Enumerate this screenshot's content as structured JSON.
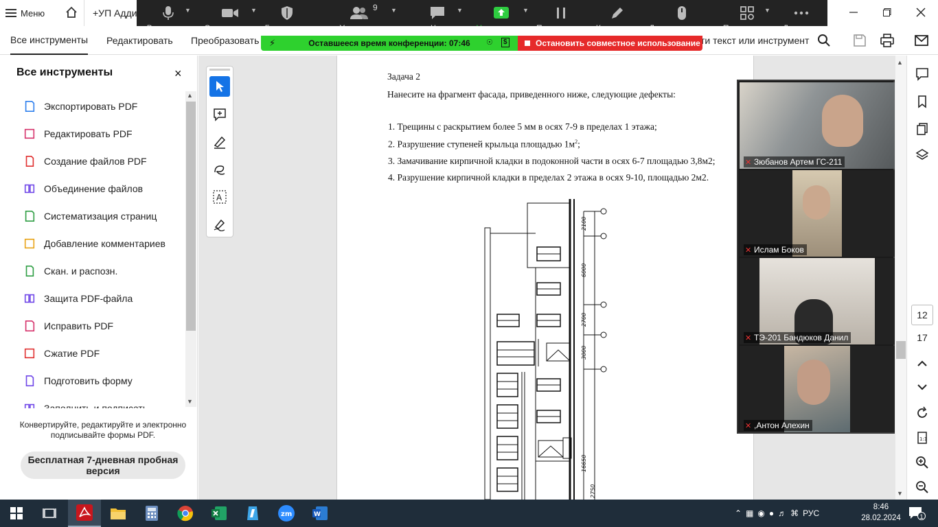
{
  "app": {
    "menu_label": "Меню",
    "doc_tab": "+УП Аддит"
  },
  "zoom": {
    "items": [
      {
        "label": "Выключить",
        "icon": "mic-icon"
      },
      {
        "label": "Остановить в",
        "icon": "video-icon"
      },
      {
        "label": "Безопаснос",
        "icon": "shield-icon"
      },
      {
        "label": "Участники",
        "icon": "participants-icon",
        "count": "9"
      },
      {
        "label": "Чат",
        "icon": "chat-icon"
      },
      {
        "label": "Новая демон",
        "icon": "share-screen-icon"
      },
      {
        "label": "Пауза демон",
        "icon": "pause-icon"
      },
      {
        "label": "Комментир",
        "icon": "annotate-icon"
      },
      {
        "label": "Дистанционное у",
        "icon": "remote-control-icon"
      },
      {
        "label": "Приложения",
        "icon": "apps-icon"
      },
      {
        "label": "Дополнит",
        "icon": "more-icon"
      }
    ],
    "timer": "Оставшееся время конференции: 07:46",
    "stop_share": "Остановить совместное использование"
  },
  "toolbar": {
    "tab_all": "Все инструменты",
    "tab_edit": "Редактировать",
    "tab_convert": "Преобразовать",
    "search_hint": "ти текст или инструмент"
  },
  "left_panel": {
    "title": "Все инструменты",
    "close": "×",
    "items": [
      {
        "label": "Экспортировать PDF",
        "color": "#2f80ed"
      },
      {
        "label": "Редактировать PDF",
        "color": "#d6336c"
      },
      {
        "label": "Создание файлов PDF",
        "color": "#e03131"
      },
      {
        "label": "Объединение файлов",
        "color": "#7048e8"
      },
      {
        "label": "Систематизация страниц",
        "color": "#2f9e44"
      },
      {
        "label": "Добавление комментариев",
        "color": "#e8a317"
      },
      {
        "label": "Скан. и распозн.",
        "color": "#2f9e44"
      },
      {
        "label": "Защита PDF-файла",
        "color": "#7048e8"
      },
      {
        "label": "Исправить PDF",
        "color": "#d6336c"
      },
      {
        "label": "Сжатие PDF",
        "color": "#e03131"
      },
      {
        "label": "Подготовить форму",
        "color": "#7048e8"
      },
      {
        "label": "Заполнить и подписать",
        "color": "#7048e8"
      }
    ],
    "promo": "Конвертируйте, редактируйте и электронно подписывайте формы PDF.",
    "trial": "Бесплатная 7-дневная пробная версия"
  },
  "document": {
    "task_title": "Задача 2",
    "instruction": "Нанесите на фрагмент фасада, приведенного ниже, следующие дефекты:",
    "defects": [
      "1. Трещины с раскрытием более 5 мм в осях 7-9 в пределах 1 этажа;",
      "2.  Разрушение ступеней крыльца площадью 1м",
      "3. Замачивание кирпичной кладки в подоконной части в осях 6-7 площадью 3,8м2;",
      "4. Разрушение кирпичной кладки в пределах 2 этажа в осях 9-10, площадью 2м2."
    ],
    "defect2_sup": "2",
    "defect2_end": ";",
    "dims": [
      "2100",
      "6000",
      "2700",
      "3000",
      "16650",
      "2750"
    ]
  },
  "pager": {
    "current": "12",
    "total": "17"
  },
  "participants": [
    {
      "name": "Зюбанов Артем ГС-211",
      "bg": "#8a8f93"
    },
    {
      "name": "Ислам Боков",
      "bg": "#b7a88c"
    },
    {
      "name": "ТЭ-201 Бандюков Данил",
      "bg": "#c9c2b6"
    },
    {
      "name": ",Антон Алехин",
      "bg": "#6d7a7c"
    }
  ],
  "taskbar": {
    "lang": "РУС",
    "time": "8:46",
    "date": "28.02.2024",
    "notifications": "1"
  }
}
